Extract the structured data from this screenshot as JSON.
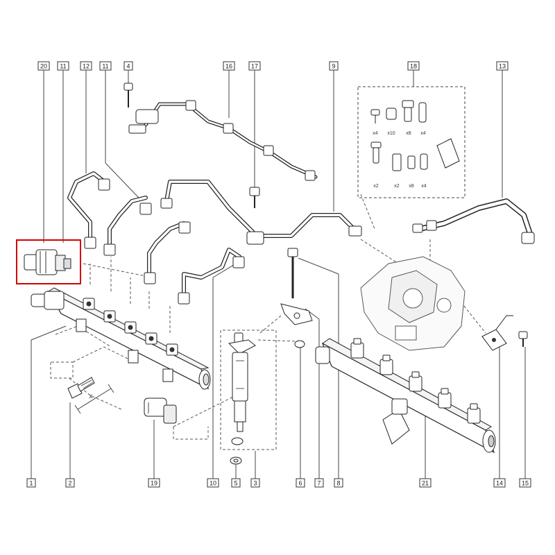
{
  "callouts": {
    "top": [
      {
        "id": "c-20",
        "label": "20"
      },
      {
        "id": "c-11a",
        "label": "11"
      },
      {
        "id": "c-12",
        "label": "12"
      },
      {
        "id": "c-11b",
        "label": "11"
      },
      {
        "id": "c-4",
        "label": "4"
      },
      {
        "id": "c-16",
        "label": "16"
      },
      {
        "id": "c-17",
        "label": "17"
      },
      {
        "id": "c-9",
        "label": "9"
      },
      {
        "id": "c-18",
        "label": "18"
      },
      {
        "id": "c-13",
        "label": "13"
      }
    ],
    "bottom": [
      {
        "id": "c-1",
        "label": "1"
      },
      {
        "id": "c-2",
        "label": "2"
      },
      {
        "id": "c-19",
        "label": "19"
      },
      {
        "id": "c-10",
        "label": "10"
      },
      {
        "id": "c-5",
        "label": "5"
      },
      {
        "id": "c-3",
        "label": "3"
      },
      {
        "id": "c-6",
        "label": "6"
      },
      {
        "id": "c-7",
        "label": "7"
      },
      {
        "id": "c-8",
        "label": "8"
      },
      {
        "id": "c-21",
        "label": "21"
      },
      {
        "id": "c-14",
        "label": "14"
      },
      {
        "id": "c-15",
        "label": "15"
      }
    ]
  },
  "kit_quantities": [
    "x4",
    "x10",
    "x8",
    "x4",
    "x2",
    "x2",
    "x8",
    "x4"
  ],
  "dimension_mark": "x",
  "highlight_color": "#d40000",
  "line_color": "#333333"
}
